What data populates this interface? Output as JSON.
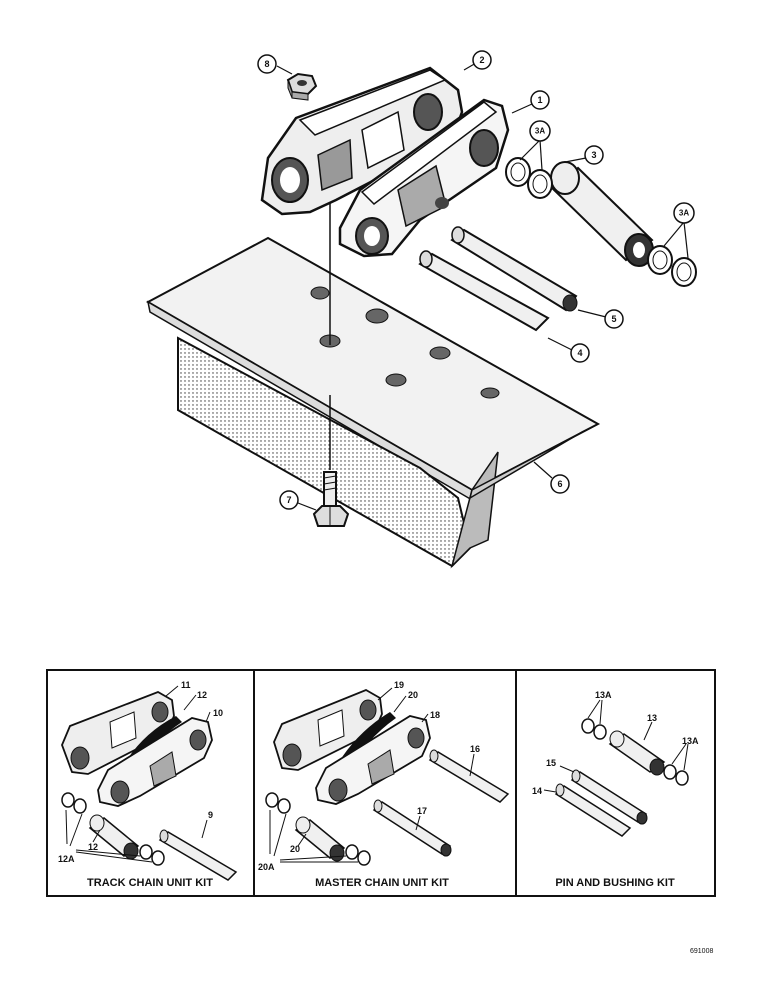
{
  "main_callouts": [
    "1",
    "2",
    "3",
    "3A",
    "3A",
    "4",
    "5",
    "6",
    "7",
    "8"
  ],
  "kits": [
    {
      "title": "TRACK CHAIN UNIT KIT",
      "labels": [
        "11",
        "12",
        "10",
        "9",
        "12",
        "12A"
      ]
    },
    {
      "title": "MASTER CHAIN UNIT KIT",
      "labels": [
        "19",
        "20",
        "18",
        "16",
        "17",
        "20",
        "20A"
      ]
    },
    {
      "title": "PIN AND BUSHING KIT",
      "labels": [
        "13A",
        "13",
        "13A",
        "15",
        "14"
      ]
    }
  ],
  "drawing_ref": "691008"
}
